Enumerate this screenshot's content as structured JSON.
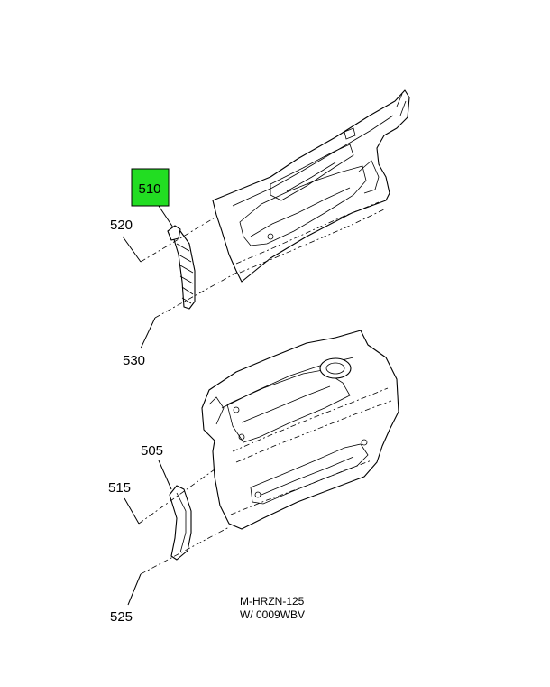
{
  "callouts": {
    "c510": "510",
    "c520": "520",
    "c530": "530",
    "c505": "505",
    "c515": "515",
    "c525": "525"
  },
  "highlight": {
    "part": "510",
    "color": "#22dd22"
  },
  "caption": {
    "line1": "M-HRZN-125",
    "line2": "W/ 0009WBV"
  }
}
